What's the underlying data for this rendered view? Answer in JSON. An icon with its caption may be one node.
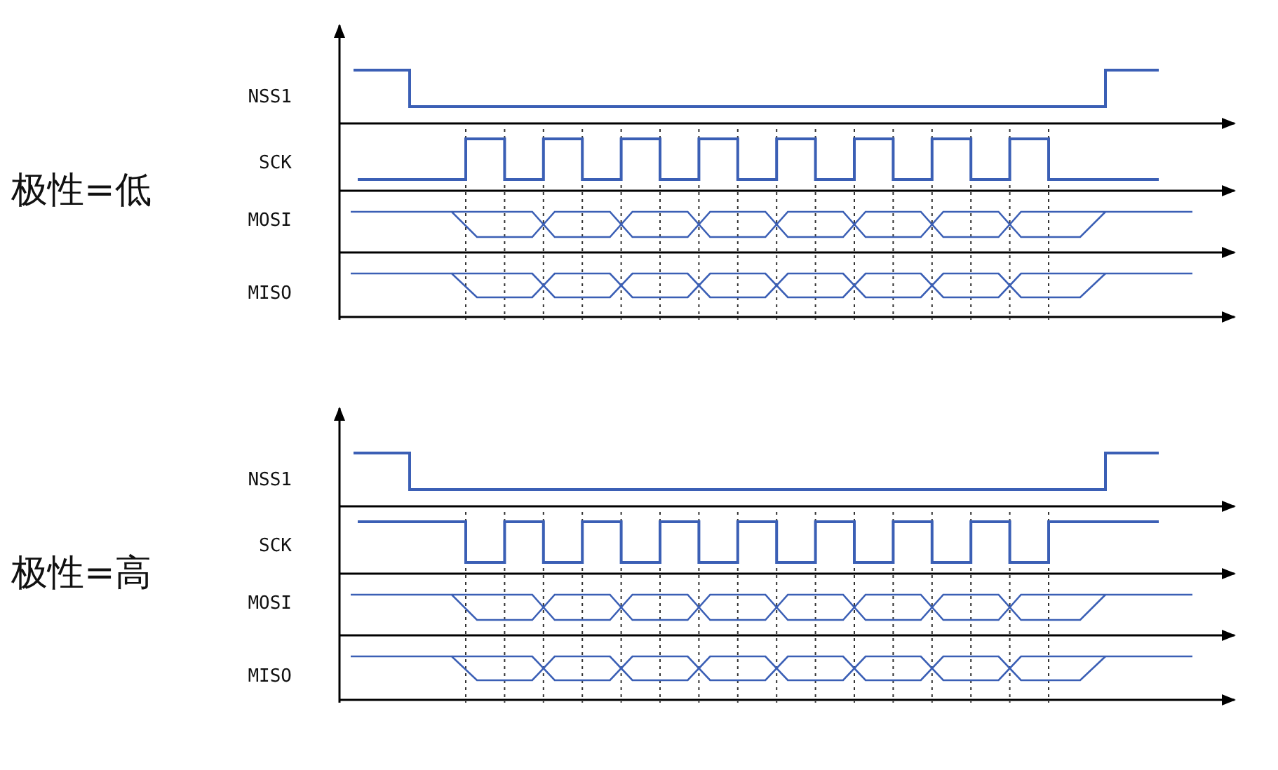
{
  "diagram": {
    "labels": [
      "极性=低",
      "NSS1",
      "SCK",
      "MOSI",
      "MISO",
      "极性=高",
      "NSS1",
      "SCK",
      "MOSI",
      "MISO"
    ]
  }
}
